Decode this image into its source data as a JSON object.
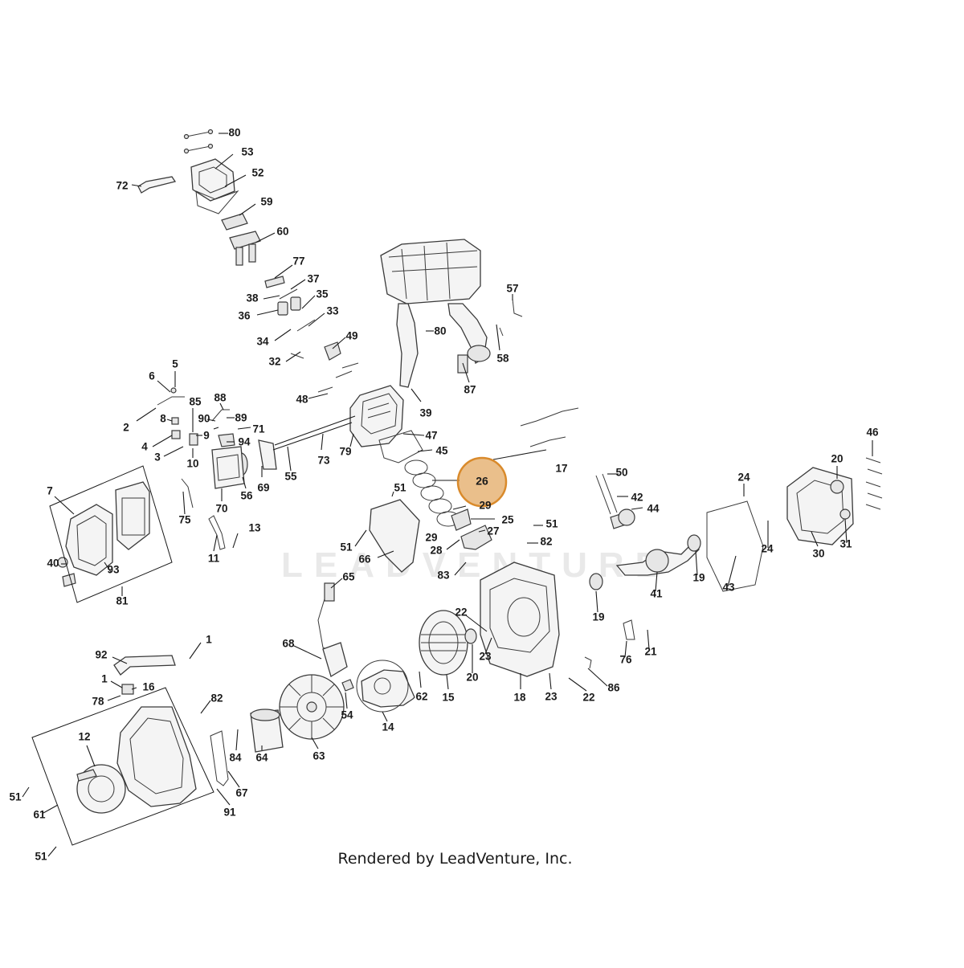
{
  "watermark": "LEADVENTURE",
  "credit": "Rendered by LeadVenture, Inc.",
  "highlight": {
    "callout": "26",
    "color": "#d98a2b"
  },
  "callouts": [
    "80",
    "53",
    "52",
    "72",
    "59",
    "60",
    "77",
    "37",
    "38",
    "35",
    "36",
    "33",
    "34",
    "49",
    "32",
    "48",
    "57",
    "80",
    "58",
    "87",
    "39",
    "5",
    "6",
    "88",
    "85",
    "90",
    "89",
    "71",
    "8",
    "2",
    "9",
    "4",
    "94",
    "3",
    "10",
    "79",
    "47",
    "45",
    "73",
    "55",
    "69",
    "56",
    "70",
    "75",
    "17",
    "26",
    "29",
    "25",
    "51",
    "50",
    "42",
    "44",
    "46",
    "20",
    "24",
    "51",
    "82",
    "13",
    "11",
    "27",
    "28",
    "29",
    "51",
    "66",
    "83",
    "65",
    "7",
    "40",
    "93",
    "81",
    "24",
    "30",
    "31",
    "19",
    "41",
    "43",
    "19",
    "22",
    "23",
    "20",
    "21",
    "76",
    "68",
    "86",
    "92",
    "1",
    "1",
    "16",
    "78",
    "82",
    "62",
    "15",
    "18",
    "23",
    "22",
    "54",
    "14",
    "12",
    "84",
    "64",
    "63",
    "67",
    "91",
    "51",
    "61",
    "51"
  ]
}
